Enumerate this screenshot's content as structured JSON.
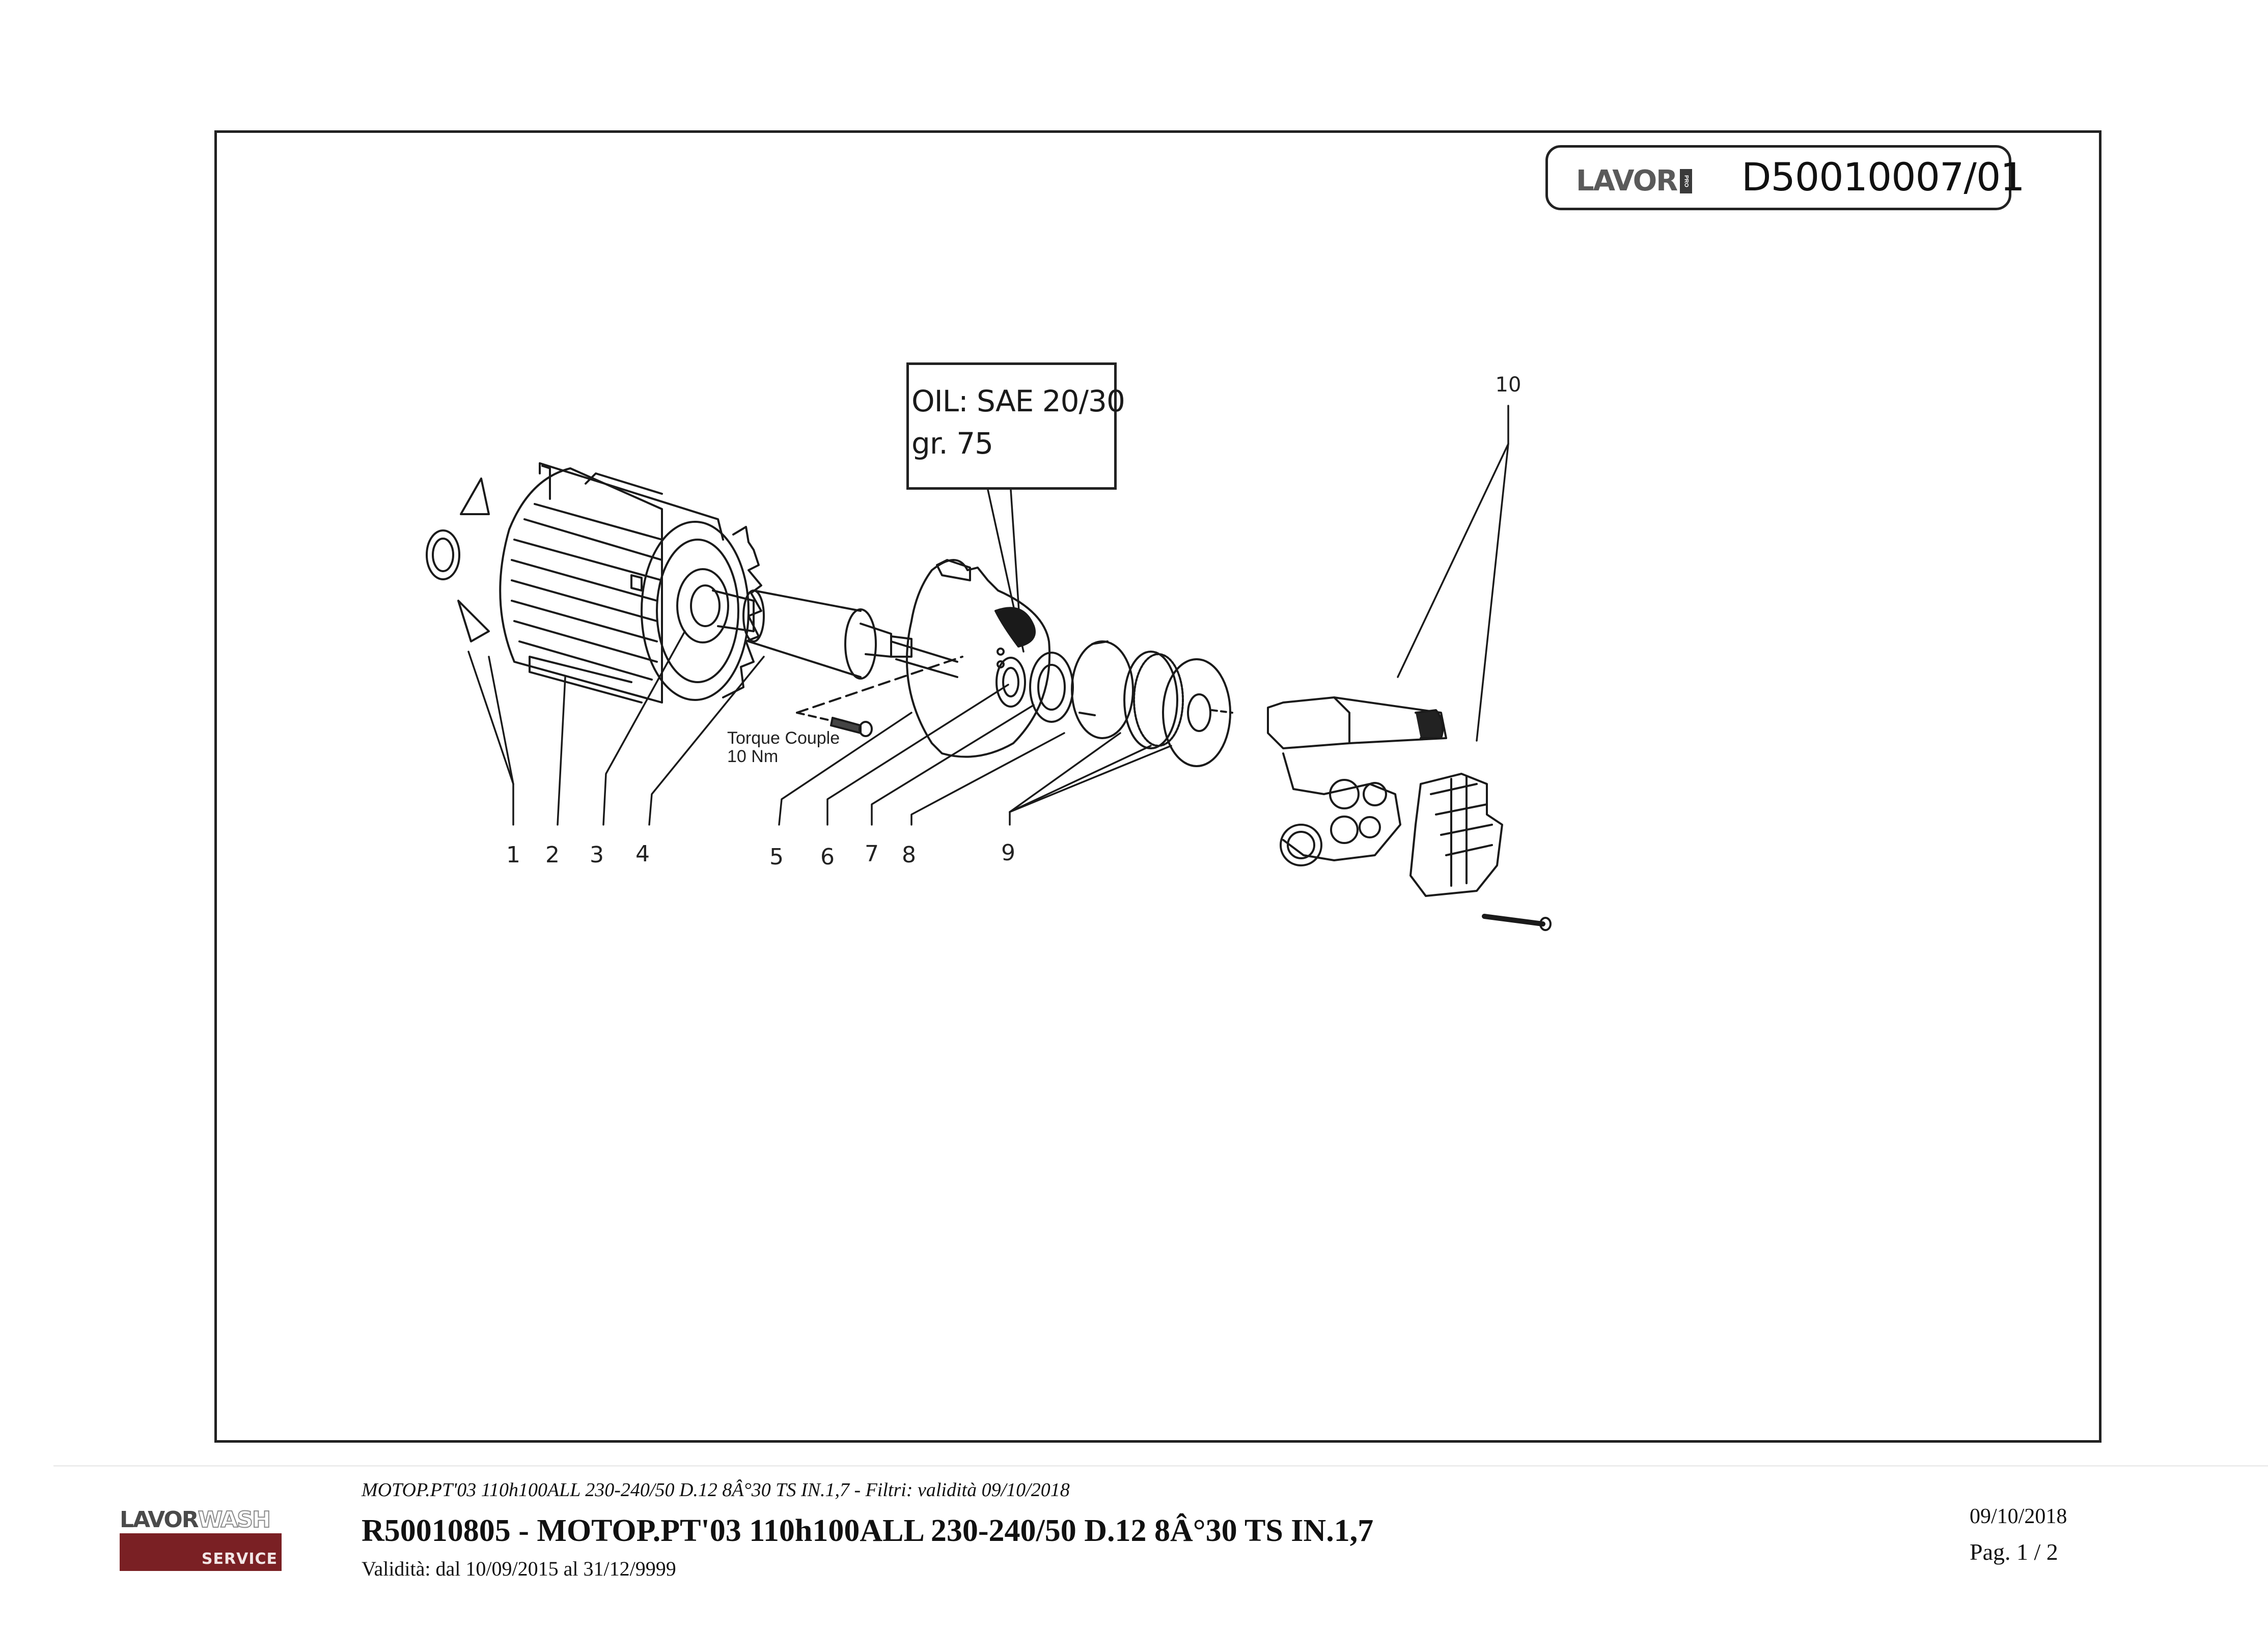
{
  "header": {
    "brand_logo": "LAVOR",
    "brand_logo_suffix": "PRO",
    "drawing_code": "D50010007/01"
  },
  "diagram": {
    "oil_note": {
      "line1": "OIL: SAE 20/30",
      "line2": "gr.  75"
    },
    "torque_note": {
      "line1": "Torque Couple",
      "line2": "10 Nm"
    },
    "callouts": [
      "1",
      "2",
      "3",
      "4",
      "5",
      "6",
      "7",
      "8",
      "9",
      "10"
    ]
  },
  "footer": {
    "logo": {
      "word1": "LAVOR",
      "word2": "WASH",
      "tagline": "SERVICE",
      "color": "#7a2024"
    },
    "filter_line": "MOTOP.PT'03 110h100ALL 230-240/50 D.12 8Â°30 TS IN.1,7 - Filtri: validità 09/10/2018",
    "title": "R50010805 - MOTOP.PT'03 110h100ALL 230-240/50 D.12 8Â°30 TS IN.1,7",
    "validity": "Validità: dal 10/09/2015 al 31/12/9999",
    "date": "09/10/2018",
    "page": "Pag. 1 / 2"
  }
}
